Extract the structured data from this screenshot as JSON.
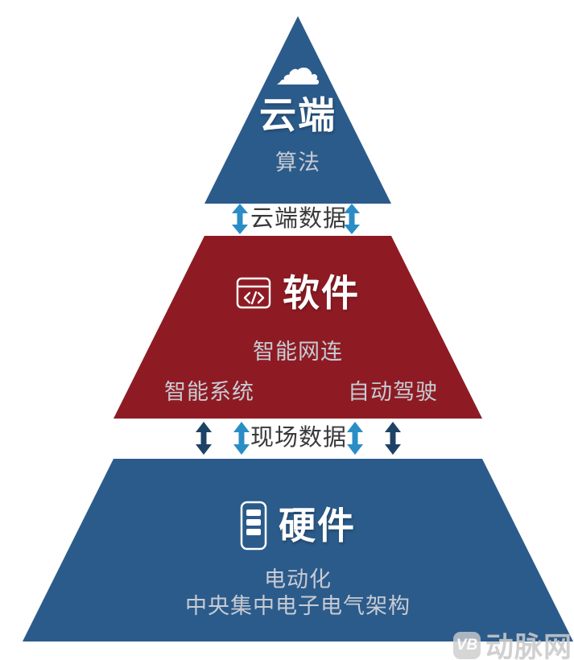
{
  "colors": {
    "layer_blue": "#2b5b8a",
    "layer_red": "#8e1b23",
    "arrow_light": "#2a8dc6",
    "arrow_dark": "#1e4266",
    "title_text": "#ffffff",
    "subtitle_text": "#c7cbd3",
    "gap_label_text": "#3a3a3a"
  },
  "pyramid": {
    "top": {
      "icon": "cloud-icon",
      "title": "云端",
      "subtitle": "算法"
    },
    "gap_top": {
      "label": "云端数据"
    },
    "middle": {
      "icon": "code-window-icon",
      "title": "软件",
      "subtitle": "智能网连",
      "left_label": "智能系统",
      "right_label": "自动驾驶"
    },
    "gap_bottom": {
      "label": "现场数据"
    },
    "bottom": {
      "icon": "server-icon",
      "title": "硬件",
      "subtitle_line1": "电动化",
      "subtitle_line2": "中央集中电子电气架构"
    }
  },
  "watermark": {
    "badge": "VB",
    "name": "动脉网"
  },
  "cloud_glyph": "☁"
}
